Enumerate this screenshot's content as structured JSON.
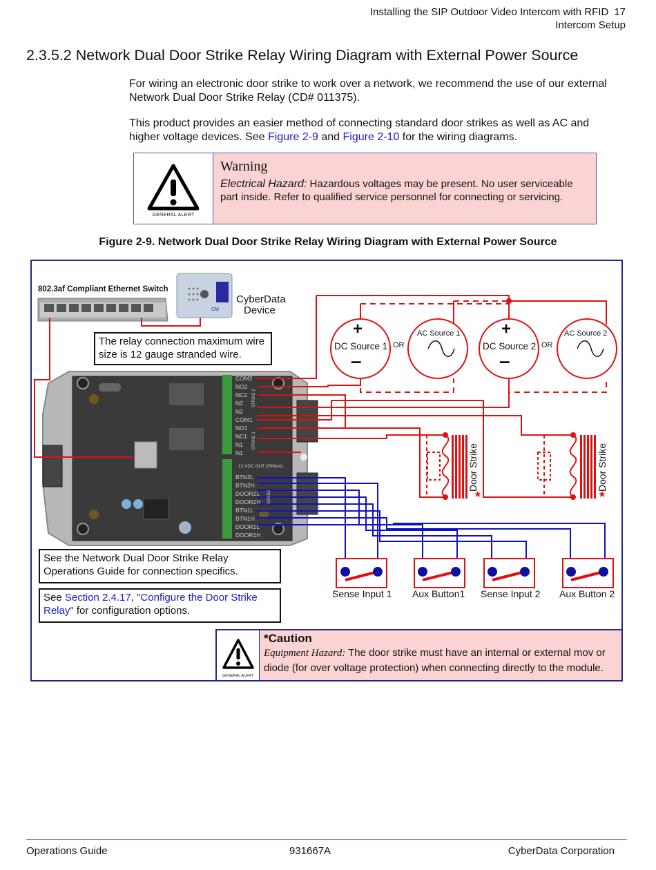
{
  "header": {
    "line1": "Installing the SIP Outdoor Video Intercom with RFID",
    "page_number": "17",
    "line2": "Intercom Setup"
  },
  "section": {
    "title": "2.3.5.2 Network Dual Door Strike Relay Wiring Diagram with External Power Source"
  },
  "para1": "For wiring an electronic door strike to work over a network, we recommend the use of our external Network Dual Door Strike Relay (CD# 011375).",
  "para2": {
    "part1": "This product provides an easier method of connecting standard door strikes as well as AC and higher voltage devices. See ",
    "link1": "Figure 2-9",
    "part2": " and ",
    "link2": "Figure 2-10",
    "part3": " for the wiring diagrams."
  },
  "warning": {
    "icon_caption": "GENERAL ALERT",
    "title": "Warning",
    "lead": "Electrical Hazard:",
    "body": " Hazardous voltages may be present. No user serviceable part inside. Refer to qualified service personnel for connecting or servicing."
  },
  "figure": {
    "caption": "Figure 2-9. Network Dual Door Strike Relay Wiring Diagram with External Power Source",
    "switch_label": "802.3af Compliant Ethernet Switch",
    "device_label_1": "CyberData",
    "device_label_2": "Device",
    "device_badge": "CM",
    "wire_note": "The relay connection maximum wire size is 12 gauge stranded wire.",
    "dc_source_1": "DC Source 1",
    "ac_source_1": "AC Source 1",
    "dc_source_2": "DC Source 2",
    "ac_source_2": "AC Source 2",
    "or_1": "OR",
    "or_2": "OR",
    "plus": "+",
    "minus": "–",
    "door_strike_1": "Door Strike",
    "door_strike_2": "Door Strike",
    "terminals_top": [
      "COM2",
      "NO2",
      "NC2",
      "N2",
      "N2",
      "COM1",
      "NO1",
      "NC1",
      "N1",
      "N1"
    ],
    "relay_label_2": "STRIKE 2",
    "relay_label_1": "STRIKE 1",
    "power_out": "12 VDC OUT (500mA)",
    "terminals_bottom": [
      "BTN2L",
      "BTN2H",
      "DOOR2L",
      "DOOR2H",
      "BTN1L",
      "BTN1H",
      "DOOR1L",
      "DOOR1H"
    ],
    "sense_label": "SENSE",
    "inputs": [
      "Sense Input 1",
      "Aux Button1",
      "Sense Input 2",
      "Aux Button 2"
    ],
    "ops_note": "See the Network Dual Door Strike Relay Operations Guide for connection specifics.",
    "config_note_pre": "See ",
    "config_note_link": "Section 2.4.17, \"Configure the Door Strike Relay\"",
    "config_note_post": " for configuration options."
  },
  "caution": {
    "icon_caption": "GENERAL ALERT",
    "title": "*Caution",
    "lead": "Equipment Hazard:",
    "body": " The door strike must have an internal or external mov or diode (for over voltage protection) when connecting directly to the module."
  },
  "footer": {
    "left": "Operations Guide",
    "center": "931667A",
    "right": "CyberData Corporation"
  },
  "colors": {
    "wire_red": "#e01010",
    "wire_blue": "#1010c8",
    "link_blue": "#1a1acc",
    "alert_pink": "#fcd3d3",
    "frame_navy": "#1e2a80"
  }
}
